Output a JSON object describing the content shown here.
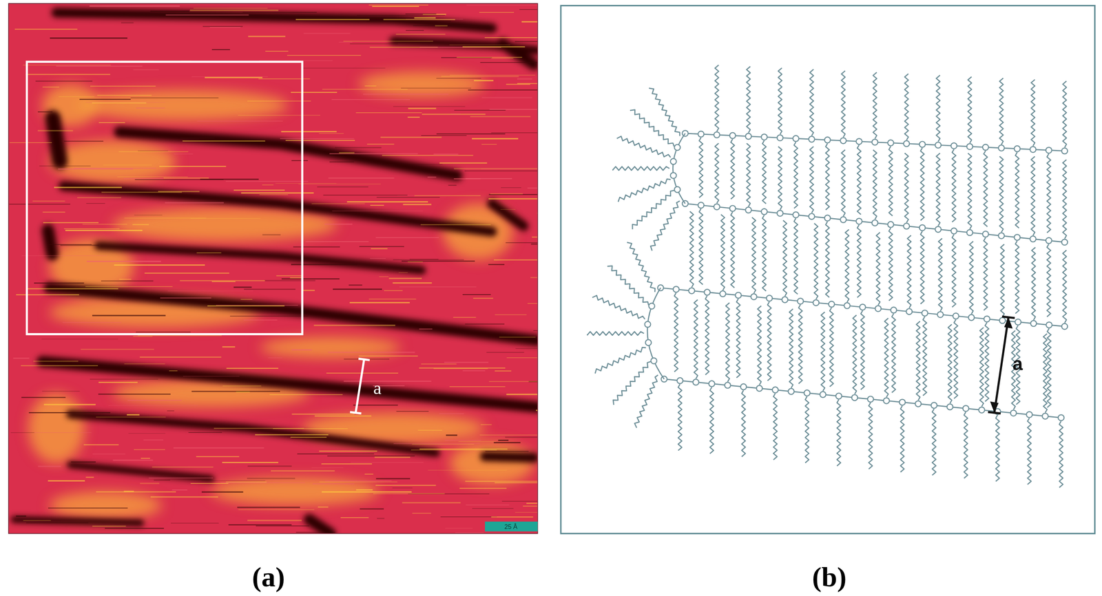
{
  "diagram": {
    "labels": [
      "a",
      "25 Å",
      "a",
      "(a)",
      "(b)"
    ]
  }
}
